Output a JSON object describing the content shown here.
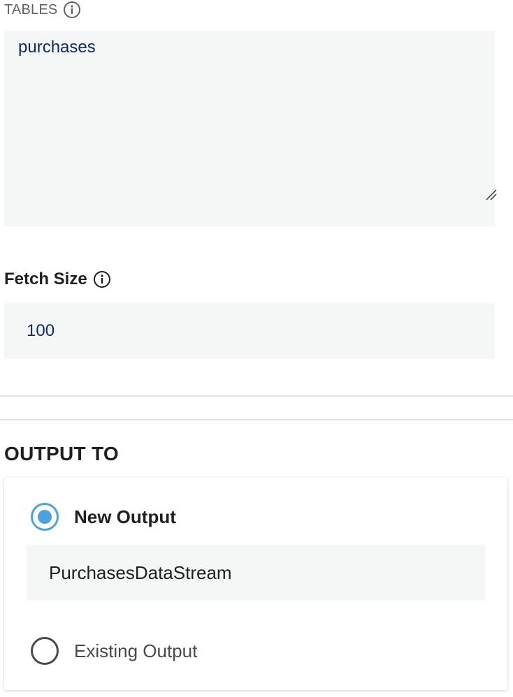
{
  "tables": {
    "label": "TABLES",
    "value": "purchases"
  },
  "fetch_size": {
    "label": "Fetch Size",
    "value": "100"
  },
  "output": {
    "title": "OUTPUT TO",
    "new_output_label": "New Output",
    "new_output_value": "PurchasesDataStream",
    "existing_output_label": "Existing Output",
    "selected": "new"
  },
  "colors": {
    "accent": "#4aa3df",
    "input_bg": "#f5f7f7",
    "value_text": "#0f2a6b"
  }
}
